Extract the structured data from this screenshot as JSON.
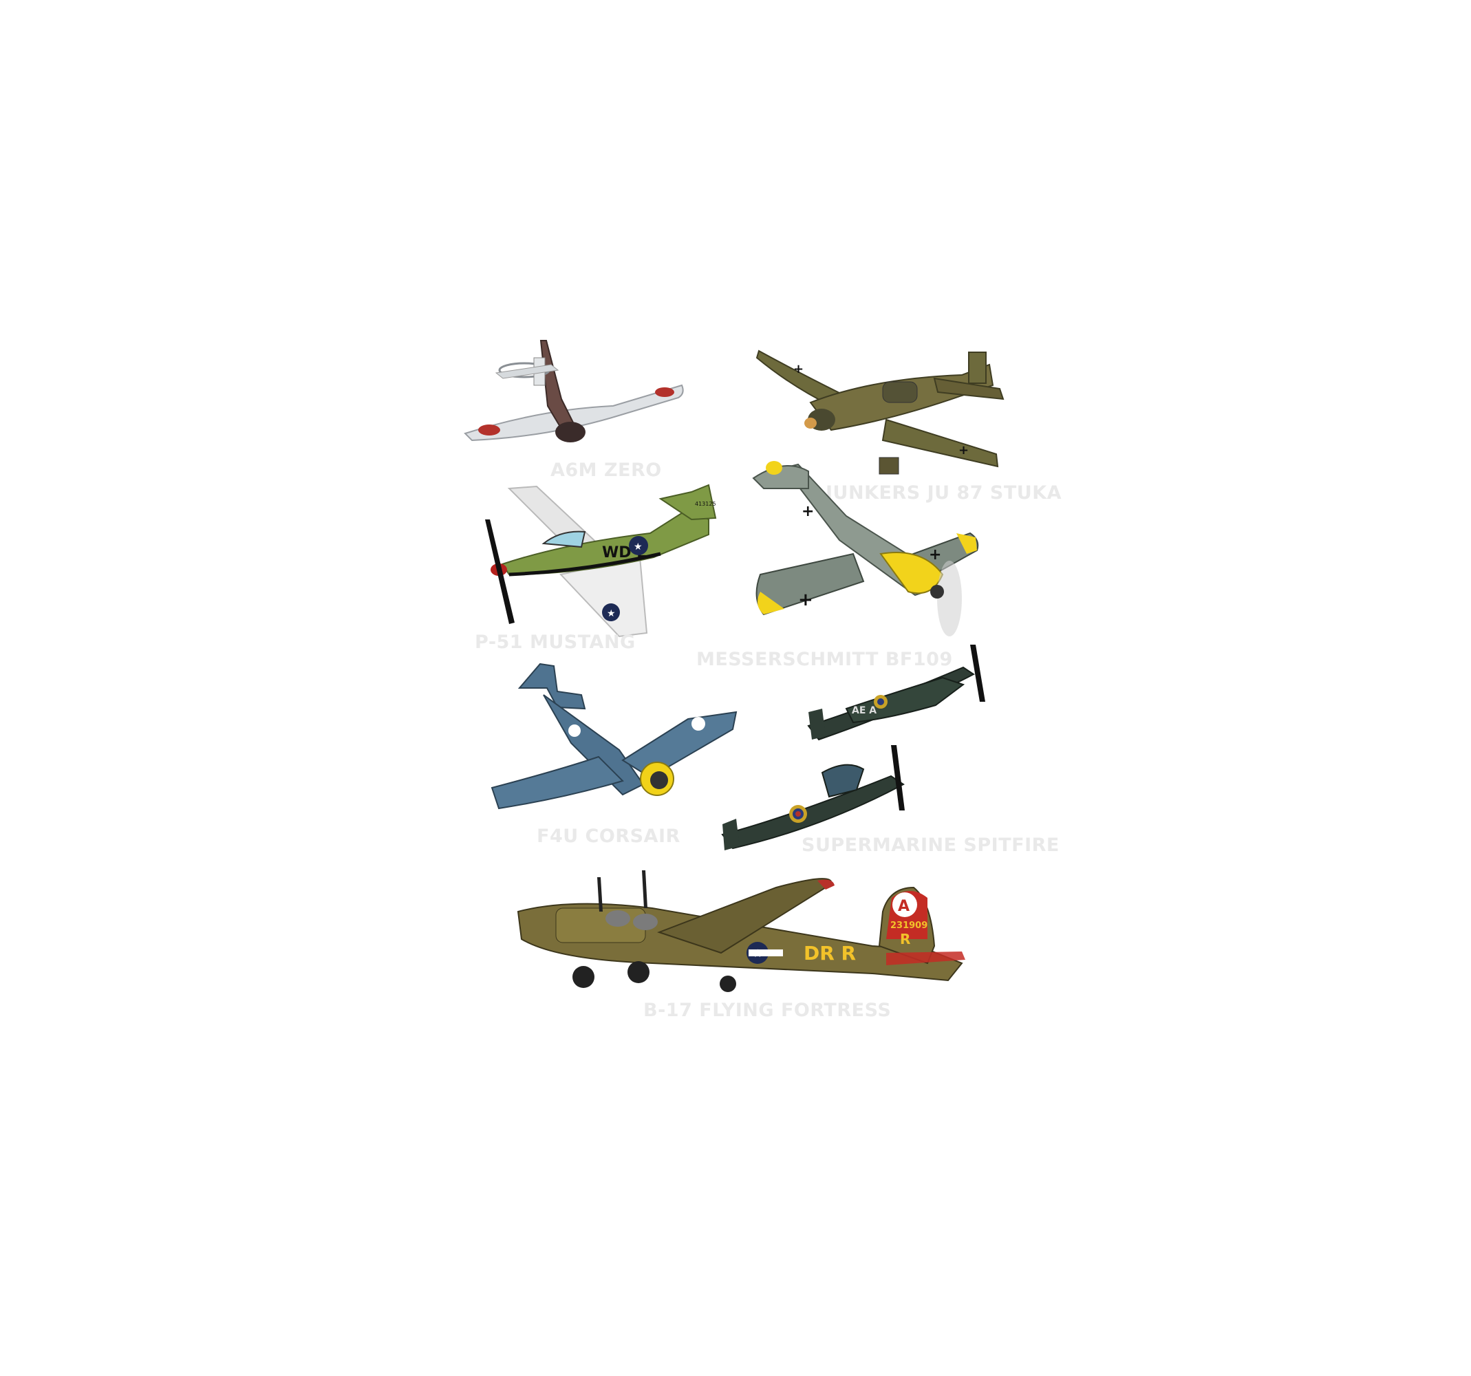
{
  "sheet": {
    "background": "#ffffff",
    "label_color": "#e9e9e9",
    "aircraft": [
      {
        "id": "a6m",
        "label": "A6M ZERO",
        "icon": "zero-fighter-illustration",
        "colors": {
          "body": "#d9dcdf",
          "roundel": "#b3312b"
        }
      },
      {
        "id": "stuka",
        "label": "JUNKERS JU 87 STUKA",
        "icon": "stuka-dive-bomber-illustration",
        "colors": {
          "body": "#6d6a3c",
          "marking": "#111111"
        }
      },
      {
        "id": "p51",
        "label": "P-51 MUSTANG",
        "icon": "mustang-fighter-illustration",
        "colors": {
          "body": "#7f9a45",
          "wing": "#e6e6e6",
          "spinner": "#b5211d"
        }
      },
      {
        "id": "bf109",
        "label": "MESSERSCHMITT BF109",
        "icon": "bf109-fighter-illustration",
        "colors": {
          "body": "#8e9a90",
          "nose": "#f2d31b"
        }
      },
      {
        "id": "f4u",
        "label": "F4U CORSAIR",
        "icon": "corsair-fighter-illustration",
        "colors": {
          "body": "#4f7390",
          "cowl": "#f1d219"
        }
      },
      {
        "id": "spitfire",
        "label": "SUPERMARINE SPITFIRE",
        "icon": "spitfire-fighter-illustration",
        "colors": {
          "body": "#2f3d35",
          "roundel": "#c9a227"
        }
      },
      {
        "id": "b17",
        "label": "B-17 FLYING FORTRESS",
        "icon": "b17-bomber-illustration",
        "colors": {
          "body": "#7a6e3a",
          "tail": "#c42c24",
          "codes": "#f2c22a"
        }
      }
    ],
    "markings": {
      "p51_code": "WD L",
      "p51_serial": "413125",
      "bf109_cross": "+",
      "spitfire_code": "AE A",
      "b17_tail_letter": "A",
      "b17_tail_serial": "231909",
      "b17_tail_code": "R",
      "b17_fuselage_code": "DR R"
    }
  }
}
